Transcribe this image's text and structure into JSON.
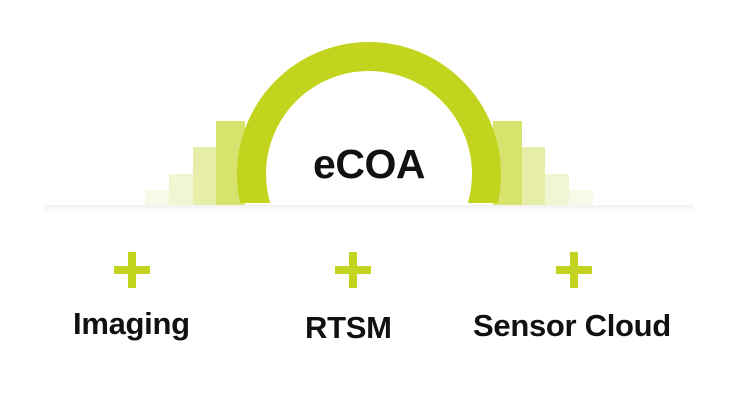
{
  "colors": {
    "accent": "#c2d41e",
    "tint_1": "#d6e36c",
    "tint_2": "#e6eeaa",
    "tint_3": "#f1f5d2",
    "tint_4": "#f8fae8"
  },
  "center": {
    "label": "eCOA"
  },
  "items": [
    {
      "label": "Imaging",
      "icon": "plus-icon"
    },
    {
      "label": "RTSM",
      "icon": "plus-icon"
    },
    {
      "label": "Sensor Cloud",
      "icon": "plus-icon"
    }
  ]
}
